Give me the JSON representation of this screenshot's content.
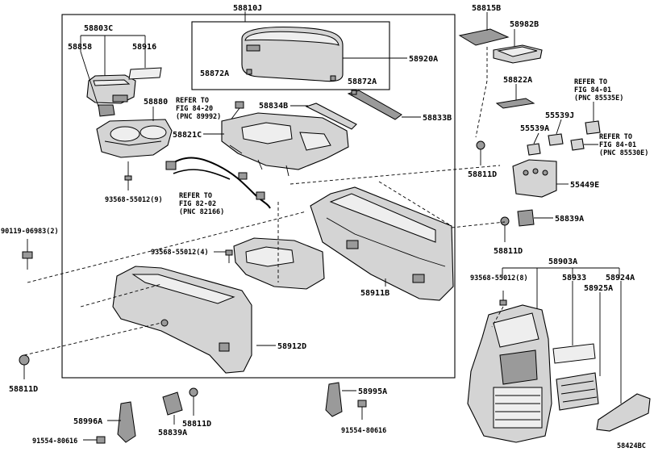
{
  "labels": {
    "p58810J": "58810J",
    "p58803C": "58803C",
    "p58858": "58858",
    "p58916": "58916",
    "p58920A": "58920A",
    "p58872A_left": "58872A",
    "p58872A_right": "58872A",
    "p58880": "58880",
    "p58834B": "58834B",
    "p58833B": "58833B",
    "p58821C": "58821C",
    "p93568_55012_9": "93568-55012(9)",
    "p90119_06983_2": "90119-06983(2)",
    "p93568_55012_4": "93568-55012(4)",
    "p58911B": "58911B",
    "p58912D": "58912D",
    "p58811D_left": "58811D",
    "p58811D_bottom": "58811D",
    "p58839A_bottom": "58839A",
    "p58996A": "58996A",
    "p91554_80616_left": "91554-80616",
    "p58995A": "58995A",
    "p91554_80616_mid": "91554-80616",
    "p58815B": "58815B",
    "p58982B": "58982B",
    "p58822A": "58822A",
    "p55539J": "55539J",
    "p55539A": "55539A",
    "p58811D_right1": "58811D",
    "p55449E": "55449E",
    "p58839A_right": "58839A",
    "p58811D_right2": "58811D",
    "p58903A": "58903A",
    "p93568_55012_8": "93568-55012(8)",
    "p58933": "58933",
    "p58924A": "58924A",
    "p58925A": "58925A",
    "drawing_no": "58424BC"
  },
  "refs": {
    "ref1": [
      "REFER TO",
      "FIG 84-20",
      "(PNC 89992)"
    ],
    "ref2": [
      "REFER TO",
      "FIG 82-02",
      "(PNC 82166)"
    ],
    "ref3": [
      "REFER TO",
      "FIG 84-01",
      "(PNC 85535E)"
    ],
    "ref4": [
      "REFER TO",
      "FIG 84-01",
      "(PNC 85530E)"
    ]
  }
}
